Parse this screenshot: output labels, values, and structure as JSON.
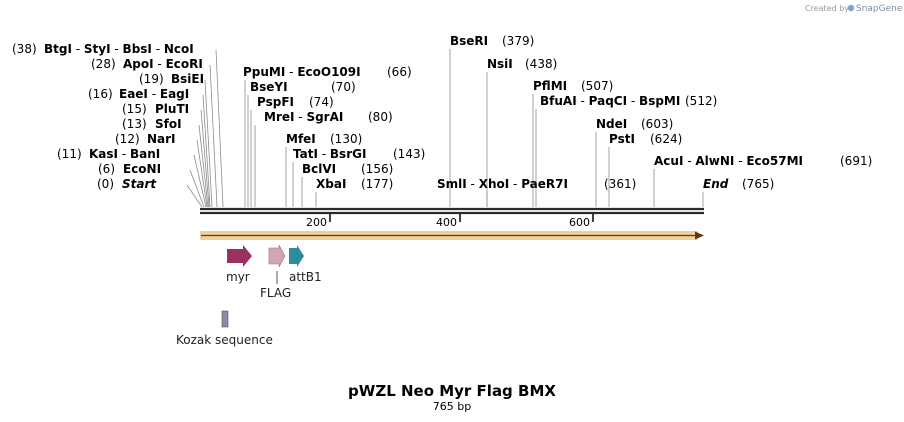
{
  "credit": {
    "prefix": "Created by",
    "brand": "SnapGene"
  },
  "title": "pWZL Neo Myr Flag BMX",
  "length_label": "765 bp",
  "sequence_length": 765,
  "axis": {
    "ticks": [
      200,
      400,
      600
    ],
    "tick_labels": [
      "200",
      "400",
      "600"
    ]
  },
  "colors": {
    "backbone": "#2b2b2b",
    "orf": "#d99a1f",
    "myr": "#9c3060",
    "flag": "#d1a4b8",
    "attB1": "#2e8c9f",
    "kozak": "#8a8aa6"
  },
  "sites": [
    {
      "num": "(38)",
      "names": [
        "BtgI",
        "StyI",
        "BbsI",
        "NcoI"
      ]
    },
    {
      "num": "(28)",
      "names": [
        "ApoI",
        "EcoRI"
      ]
    },
    {
      "num": "(19)",
      "names": [
        "BsiEI"
      ]
    },
    {
      "num": "(16)",
      "names": [
        "EaeI",
        "EagI"
      ]
    },
    {
      "num": "(15)",
      "names": [
        "PluTI"
      ]
    },
    {
      "num": "(13)",
      "names": [
        "SfoI"
      ]
    },
    {
      "num": "(12)",
      "names": [
        "NarI"
      ]
    },
    {
      "num": "(11)",
      "names": [
        "KasI",
        "BanI"
      ]
    },
    {
      "num": "(6)",
      "names": [
        "EcoNI"
      ]
    },
    {
      "num": "(0)",
      "names": [
        "Start"
      ]
    },
    {
      "num": "(66)",
      "names": [
        "PpuMI",
        "EcoO109I"
      ]
    },
    {
      "num": "(70)",
      "names": [
        "BseYI"
      ]
    },
    {
      "num": "(74)",
      "names": [
        "PspFI"
      ]
    },
    {
      "num": "(80)",
      "names": [
        "MreI",
        "SgrAI"
      ]
    },
    {
      "num": "(130)",
      "names": [
        "MfeI"
      ]
    },
    {
      "num": "(143)",
      "names": [
        "TatI",
        "BsrGI"
      ]
    },
    {
      "num": "(156)",
      "names": [
        "BclVI"
      ]
    },
    {
      "num": "(177)",
      "names": [
        "XbaI"
      ]
    },
    {
      "num": "(379)",
      "names": [
        "BseRI"
      ]
    },
    {
      "num": "(438)",
      "names": [
        "NsiI"
      ]
    },
    {
      "num": "(361)",
      "names": [
        "SmlI",
        "XhoI",
        "PaeR7I"
      ]
    },
    {
      "num": "(507)",
      "names": [
        "PflMI"
      ]
    },
    {
      "num": "(512)",
      "names": [
        "BfuAI",
        "PaqCI",
        "BspMI"
      ]
    },
    {
      "num": "(603)",
      "names": [
        "NdeI"
      ]
    },
    {
      "num": "(624)",
      "names": [
        "PstI"
      ]
    },
    {
      "num": "(691)",
      "names": [
        "AcuI",
        "AlwNI",
        "Eco57MI"
      ]
    },
    {
      "num": "(765)",
      "names": [
        "End"
      ]
    }
  ],
  "features": [
    {
      "label": "myr"
    },
    {
      "label": "FLAG"
    },
    {
      "label": "attB1"
    },
    {
      "label": "Kozak sequence"
    }
  ]
}
